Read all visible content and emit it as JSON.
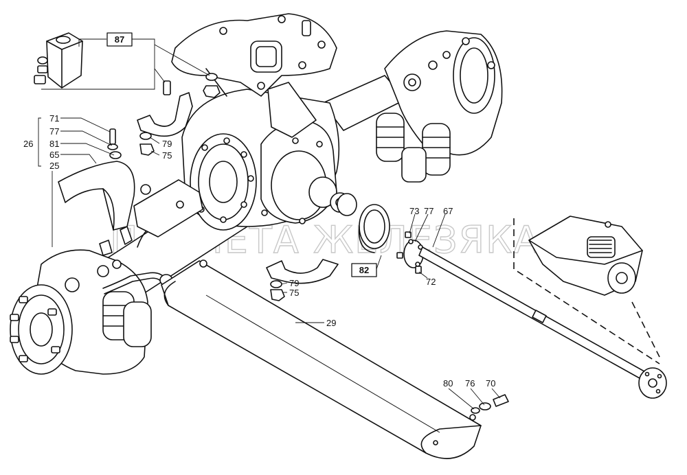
{
  "watermark": "ПЛАНЕТА ЖЕЛЕЗЯКА",
  "callouts": {
    "c87": "87",
    "c71": "71",
    "c77a": "77",
    "c26": "26",
    "c81": "81",
    "c65": "65",
    "c25": "25",
    "c79a": "79",
    "c75a": "75",
    "c73": "73",
    "c77b": "77",
    "c67": "67",
    "c82": "82",
    "c72": "72",
    "c79b": "79",
    "c75b": "75",
    "c29": "29",
    "c80": "80",
    "c76": "76",
    "c70": "70"
  }
}
